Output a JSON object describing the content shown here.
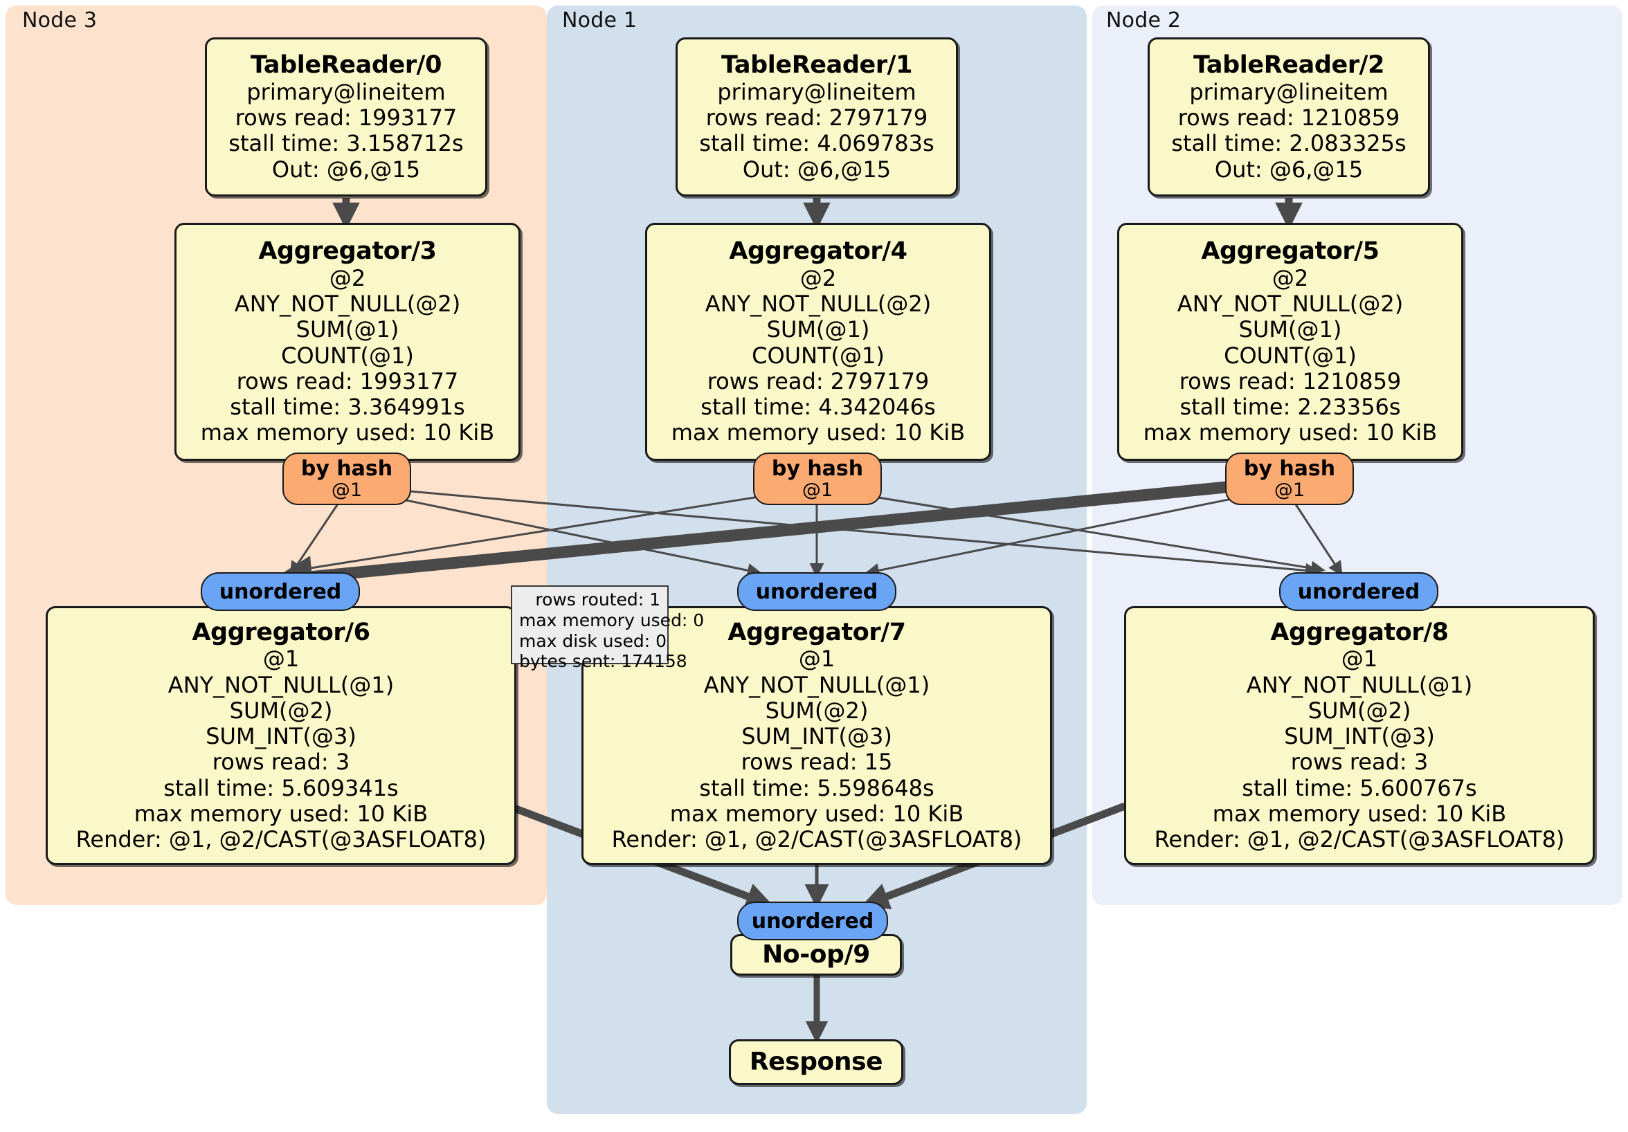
{
  "diagram": {
    "type": "distributed-query-execution-plan",
    "colors": {
      "node3_panel": "#FDE3CE",
      "node1_panel": "#D2DFEC",
      "node2_panel": "#EAEFF9",
      "processor_box": "#FAF8C8",
      "router_by_hash": "#FBAB72",
      "synchronizer_unordered": "#6AA4F4",
      "tooltip_bg": "#EDEDED",
      "edge": "#4A4A4A",
      "border": "#1A1A1A"
    }
  },
  "clusters": [
    {
      "id": "node3",
      "label": "Node 3"
    },
    {
      "id": "node1",
      "label": "Node 1"
    },
    {
      "id": "node2",
      "label": "Node 2"
    }
  ],
  "processors": [
    {
      "id": "tablereader0",
      "title": "TableReader/0",
      "lines": [
        "primary@lineitem",
        "rows read: 1993177",
        "stall time: 3.158712s",
        "Out: @6,@15"
      ]
    },
    {
      "id": "tablereader1",
      "title": "TableReader/1",
      "lines": [
        "primary@lineitem",
        "rows read: 2797179",
        "stall time: 4.069783s",
        "Out: @6,@15"
      ]
    },
    {
      "id": "tablereader2",
      "title": "TableReader/2",
      "lines": [
        "primary@lineitem",
        "rows read: 1210859",
        "stall time: 2.083325s",
        "Out: @6,@15"
      ]
    },
    {
      "id": "aggregator3",
      "title": "Aggregator/3",
      "lines": [
        "@2",
        "ANY_NOT_NULL(@2)",
        "SUM(@1)",
        "COUNT(@1)",
        "rows read: 1993177",
        "stall time: 3.364991s",
        "max memory used: 10 KiB"
      ]
    },
    {
      "id": "aggregator4",
      "title": "Aggregator/4",
      "lines": [
        "@2",
        "ANY_NOT_NULL(@2)",
        "SUM(@1)",
        "COUNT(@1)",
        "rows read: 2797179",
        "stall time: 4.342046s",
        "max memory used: 10 KiB"
      ]
    },
    {
      "id": "aggregator5",
      "title": "Aggregator/5",
      "lines": [
        "@2",
        "ANY_NOT_NULL(@2)",
        "SUM(@1)",
        "COUNT(@1)",
        "rows read: 1210859",
        "stall time: 2.23356s",
        "max memory used: 10 KiB"
      ]
    },
    {
      "id": "aggregator6",
      "title": "Aggregator/6",
      "lines": [
        "@1",
        "ANY_NOT_NULL(@1)",
        "SUM(@2)",
        "SUM_INT(@3)",
        "rows read: 3",
        "stall time: 5.609341s",
        "max memory used: 10 KiB",
        "Render: @1, @2/CAST(@3ASFLOAT8)"
      ]
    },
    {
      "id": "aggregator7",
      "title": "Aggregator/7",
      "lines": [
        "@1",
        "ANY_NOT_NULL(@1)",
        "SUM(@2)",
        "SUM_INT(@3)",
        "rows read: 15",
        "stall time: 5.598648s",
        "max memory used: 10 KiB",
        "Render: @1, @2/CAST(@3ASFLOAT8)"
      ]
    },
    {
      "id": "aggregator8",
      "title": "Aggregator/8",
      "lines": [
        "@1",
        "ANY_NOT_NULL(@1)",
        "SUM(@2)",
        "SUM_INT(@3)",
        "rows read: 3",
        "stall time: 5.600767s",
        "max memory used: 10 KiB",
        "Render: @1, @2/CAST(@3ASFLOAT8)"
      ]
    },
    {
      "id": "noop9",
      "title": "No-op/9",
      "lines": []
    },
    {
      "id": "response",
      "title": "Response",
      "lines": []
    }
  ],
  "routers": [
    {
      "id": "byhash3",
      "title": "by hash",
      "sub": "@1"
    },
    {
      "id": "byhash4",
      "title": "by hash",
      "sub": "@1"
    },
    {
      "id": "byhash5",
      "title": "by hash",
      "sub": "@1"
    }
  ],
  "synchronizers": [
    {
      "id": "unordered6",
      "label": "unordered"
    },
    {
      "id": "unordered7",
      "label": "unordered"
    },
    {
      "id": "unordered8",
      "label": "unordered"
    },
    {
      "id": "unordered9",
      "label": "unordered"
    }
  ],
  "tooltip": {
    "id": "stream-stats",
    "lines": [
      "rows routed: 1",
      "max memory used: 0",
      "max disk used: 0",
      "bytes sent: 174158"
    ]
  }
}
